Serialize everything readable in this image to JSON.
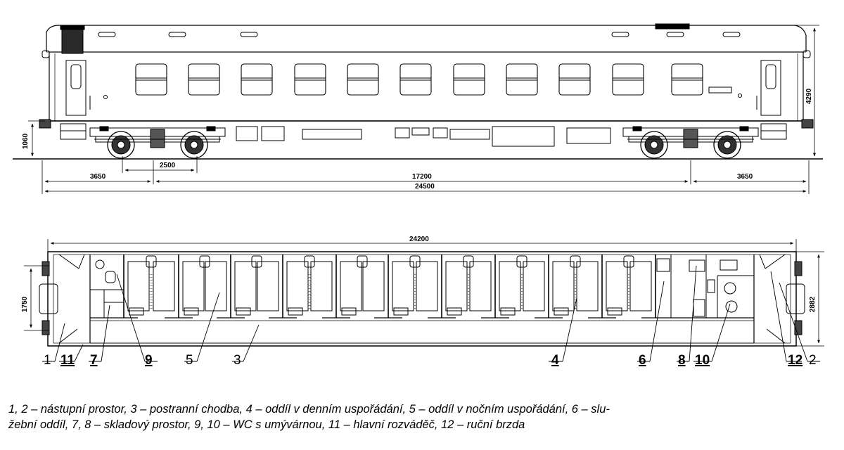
{
  "side_view": {
    "dims": {
      "height_left": "1060",
      "height_right": "4290",
      "overhang_left": "3650",
      "bogie_wheelbase": "2500",
      "bogie_pivot_distance": "17200",
      "overhang_right": "3650",
      "length_over_buffers": "24500"
    }
  },
  "plan_view": {
    "dims": {
      "body_length": "24200",
      "width_left": "1750",
      "width_right": "2882"
    },
    "callouts": [
      {
        "num": "1",
        "underline": false
      },
      {
        "num": "11",
        "underline": true
      },
      {
        "num": "7",
        "underline": true
      },
      {
        "num": "9",
        "underline": true
      },
      {
        "num": "5",
        "underline": false
      },
      {
        "num": "3",
        "underline": false
      },
      {
        "num": "4",
        "underline": true
      },
      {
        "num": "6",
        "underline": true
      },
      {
        "num": "8",
        "underline": true
      },
      {
        "num": "10",
        "underline": true
      },
      {
        "num": "12",
        "underline": true
      },
      {
        "num": "2",
        "underline": false
      }
    ]
  },
  "caption": {
    "line1": "1, 2 – nástupní prostor, 3 – postranní chodba, 4 – oddíl v denním uspořádání, 5 – oddíl v nočním uspořádání, 6 – slu-",
    "line2": "žební oddíl, 7, 8 – skladový prostor, 9, 10 – WC s umývárnou, 11 – hlavní rozváděč, 12 – ruční brzda"
  }
}
